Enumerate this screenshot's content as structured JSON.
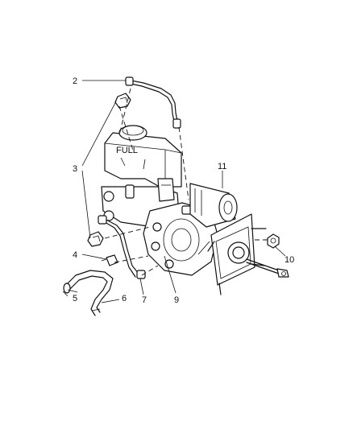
{
  "diagram": {
    "reservoir_label": "FULL",
    "callouts": [
      {
        "id": "c2",
        "label": "2"
      },
      {
        "id": "c3",
        "label": "3"
      },
      {
        "id": "c4",
        "label": "4"
      },
      {
        "id": "c5",
        "label": "5"
      },
      {
        "id": "c6",
        "label": "6"
      },
      {
        "id": "c7",
        "label": "7"
      },
      {
        "id": "c9",
        "label": "9"
      },
      {
        "id": "c10",
        "label": "10"
      },
      {
        "id": "c11",
        "label": "11"
      }
    ]
  }
}
